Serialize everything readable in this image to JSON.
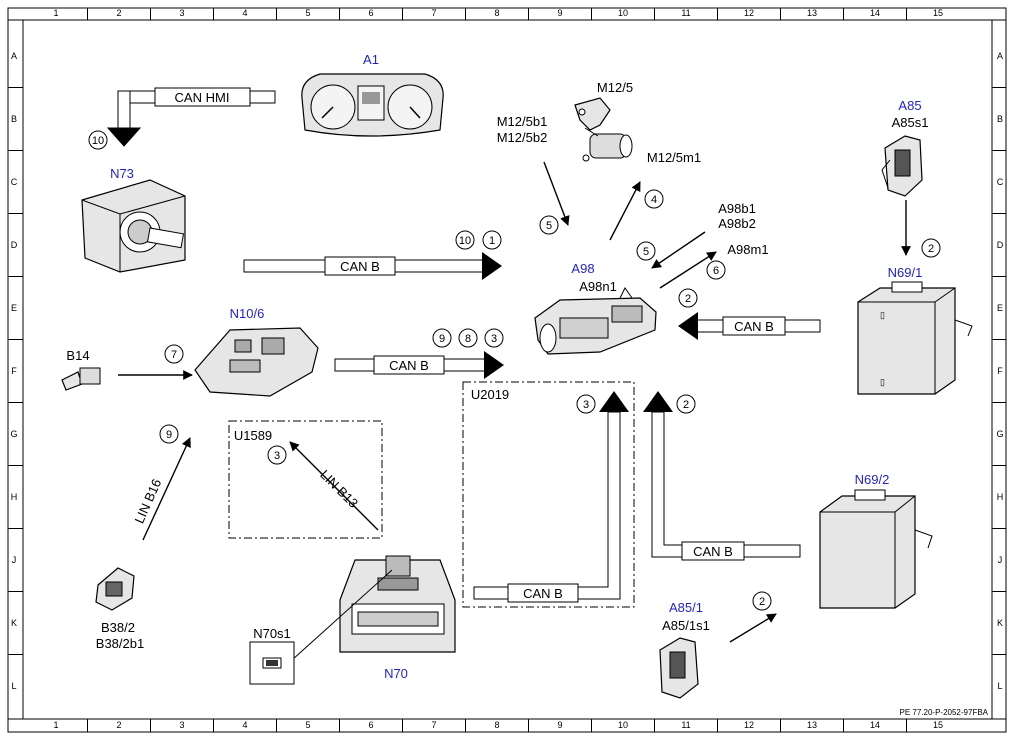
{
  "grid": {
    "columns": [
      "1",
      "2",
      "3",
      "4",
      "5",
      "6",
      "7",
      "8",
      "9",
      "10",
      "11",
      "12",
      "13",
      "14",
      "15"
    ],
    "rows": [
      "A",
      "B",
      "C",
      "D",
      "E",
      "F",
      "G",
      "H",
      "J",
      "K",
      "L"
    ]
  },
  "footer_code": "PE 77.20-P-2052-97FBA",
  "components": {
    "a1": "A1",
    "n73": "N73",
    "m12_5": "M12/5",
    "m12_5b1": "M12/5b1",
    "m12_5b2": "M12/5b2",
    "m12_5m1": "M12/5m1",
    "a85": "A85",
    "a85s1": "A85s1",
    "a98b1": "A98b1",
    "a98b2": "A98b2",
    "a98m1": "A98m1",
    "a98": "A98",
    "a98n1": "A98n1",
    "n69_1": "N69/1",
    "n10_6": "N10/6",
    "b14": "B14",
    "u2019": "U2019",
    "u1589": "U1589",
    "n69_2": "N69/2",
    "b38_2": "B38/2",
    "b38_2b1": "B38/2b1",
    "n70s1": "N70s1",
    "n70": "N70",
    "a85_1": "A85/1",
    "a85_1s1": "A85/1s1"
  },
  "buses": {
    "can_hmi": "CAN HMI",
    "can_b": "CAN B",
    "lin_b16": "LIN B16",
    "lin_b13": "LIN B13"
  },
  "markers": {
    "m10_top": "10",
    "m10_can": "10",
    "m1": "1",
    "m5_m12": "5",
    "m4": "4",
    "m5_a98": "5",
    "m6": "6",
    "m2_n691": "2",
    "m2_a98": "2",
    "m9_n106": "9",
    "m8": "8",
    "m3_n106": "3",
    "m7": "7",
    "m9_lin": "9",
    "m3_u1589": "3",
    "m3_u2019": "3",
    "m2_u2019": "2",
    "m2_a851": "2"
  }
}
